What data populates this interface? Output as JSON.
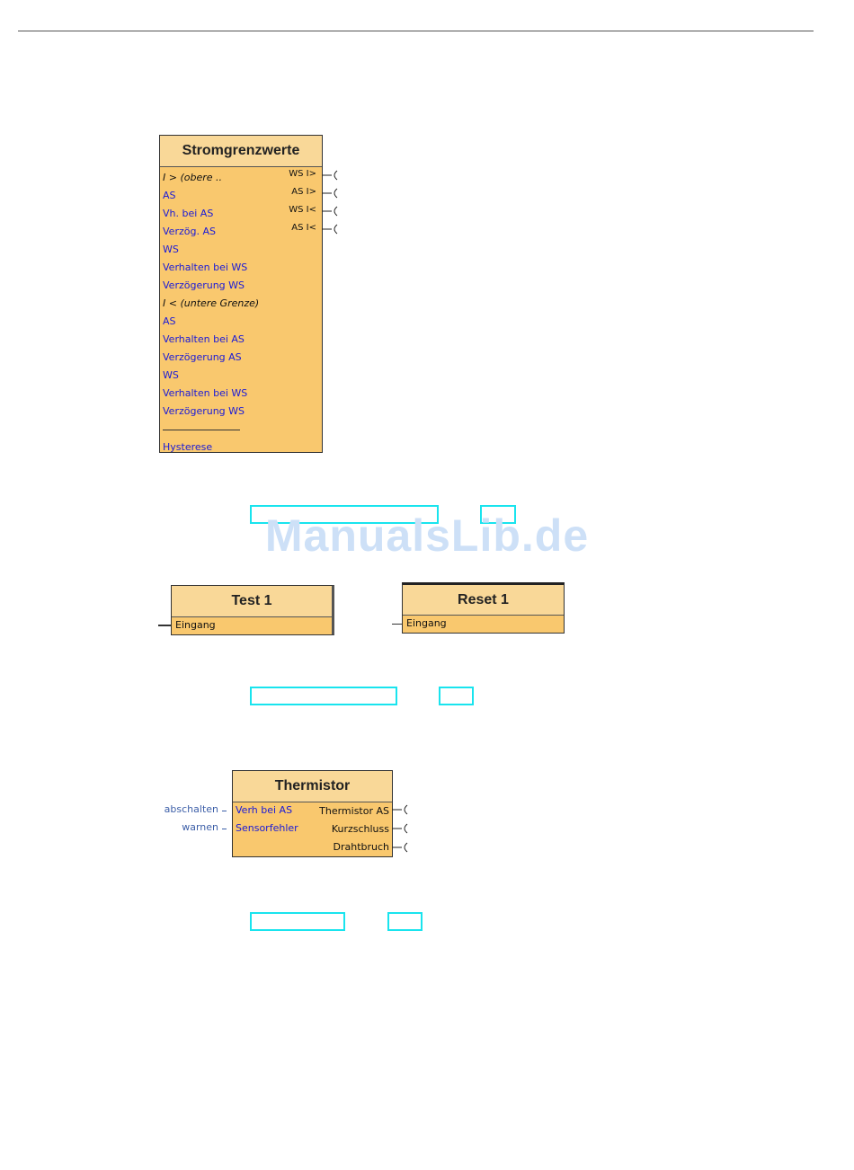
{
  "watermark": "ManualsLib.de",
  "stromgrenzwerte": {
    "title": "Stromgrenzwerte",
    "inputs": [
      {
        "label": "I > (obere ..",
        "style": "black-italic"
      },
      {
        "label": "AS",
        "style": "blue"
      },
      {
        "label": "Vh. bei AS",
        "style": "blue"
      },
      {
        "label": "Verzög. AS",
        "style": "blue"
      },
      {
        "label": "WS",
        "style": "blue"
      },
      {
        "label": "Verhalten bei WS",
        "style": "blue"
      },
      {
        "label": "Verzögerung WS",
        "style": "blue"
      },
      {
        "label": "I < (untere Grenze)",
        "style": "black-italic"
      },
      {
        "label": "AS",
        "style": "blue"
      },
      {
        "label": "Verhalten bei AS",
        "style": "blue"
      },
      {
        "label": "Verzögerung AS",
        "style": "blue"
      },
      {
        "label": "WS",
        "style": "blue"
      },
      {
        "label": "Verhalten bei WS",
        "style": "blue"
      },
      {
        "label": "Verzögerung WS",
        "style": "blue"
      }
    ],
    "hysterese": "Hysterese",
    "outputs": [
      "WS I>",
      "AS I>",
      "WS I<",
      "AS I<"
    ]
  },
  "test": {
    "title": "Test 1",
    "input": "Eingang"
  },
  "reset": {
    "title": "Reset 1",
    "input": "Eingang"
  },
  "thermistor": {
    "title": "Thermistor",
    "ext_inputs": [
      "abschalten",
      "warnen"
    ],
    "inputs": [
      "Verh bei AS",
      "Sensorfehler"
    ],
    "outputs": [
      "Thermistor AS",
      "Kurzschluss",
      "Drahtbruch"
    ]
  },
  "colors": {
    "block_fill": "#f9c86e",
    "block_title": "#f9d898",
    "port_text_blue": "#1a1ad8",
    "link_box": "#19e4ee",
    "watermark": "#cde0f7"
  }
}
